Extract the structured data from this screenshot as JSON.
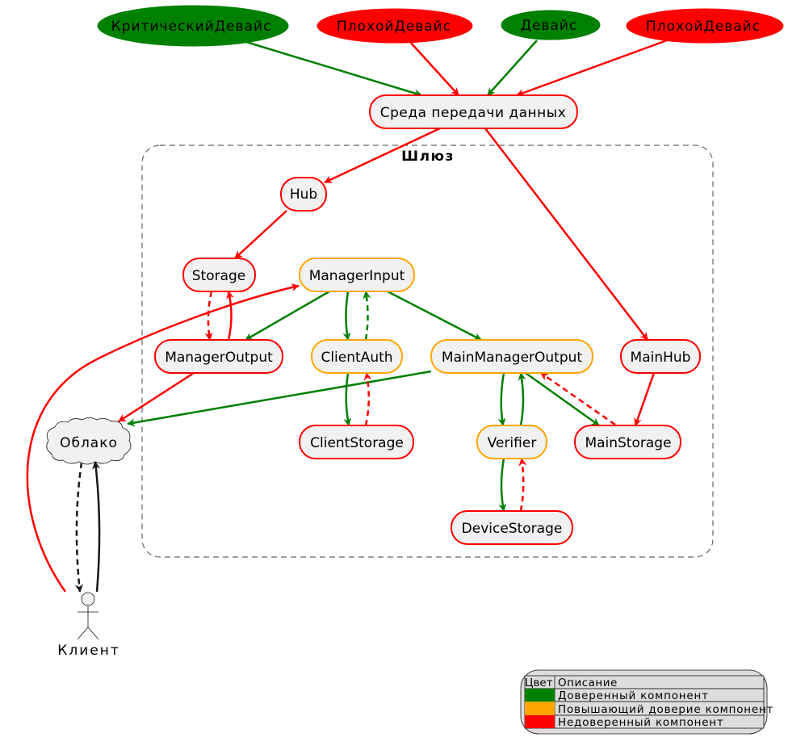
{
  "colors": {
    "trusted": "#008000",
    "raising": "#FFA500",
    "untrusted": "#FF0000",
    "node_fill": "#F1F1F1",
    "black": "#181818",
    "frame": "#666666"
  },
  "devices": {
    "critical": "КритическийДевайс",
    "bad1": "ПлохойДевайс",
    "device": "Девайс",
    "bad2": "ПлохойДевайс"
  },
  "nodes": {
    "medium": "Среда передачи данных",
    "hub": "Hub",
    "storage": "Storage",
    "manager_input": "ManagerInput",
    "manager_output": "ManagerOutput",
    "client_auth": "ClientAuth",
    "main_manager_output": "MainManagerOutput",
    "main_hub": "MainHub",
    "client_storage": "ClientStorage",
    "verifier": "Verifier",
    "main_storage": "MainStorage",
    "device_storage": "DeviceStorage",
    "cloud": "Облако",
    "client": "Клиент"
  },
  "gateway": {
    "title": "Шлюз"
  },
  "legend": {
    "header_color": "Цвет",
    "header_desc": "Описание",
    "rows": [
      {
        "color": "#008000",
        "desc": "Доверенный компонент"
      },
      {
        "color": "#FFA500",
        "desc": "Повышающий доверие компонент"
      },
      {
        "color": "#FF0000",
        "desc": "Недоверенный компонент"
      }
    ]
  }
}
